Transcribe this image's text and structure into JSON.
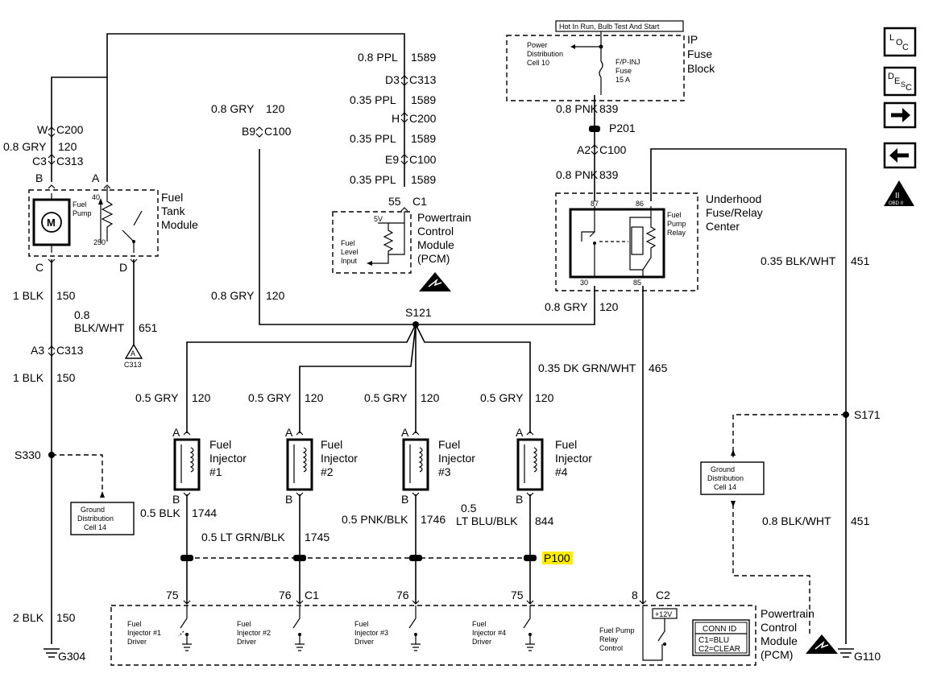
{
  "header": {
    "hot_label": "Hot In Run, Bulb Test And Start"
  },
  "fuse_block": {
    "title": [
      "IP",
      "Fuse",
      "Block"
    ],
    "power_dist": [
      "Power",
      "Distribution",
      "Cell 10"
    ],
    "fuse_name": "F/P-INJ",
    "fuse_word": "Fuse",
    "fuse_rating": "15 A"
  },
  "wires": {
    "top_ppl": "0.8 PPL",
    "ppl_num": "1589",
    "ppl_035": "0.35 PPL",
    "pnk": "0.8 PNK",
    "pnk_num": "839",
    "gry": "0.8 GRY",
    "gry_num": "120",
    "gry05": "0.5 GRY",
    "blk1": "1 BLK",
    "blk_num": "150",
    "blk2": "2 BLK",
    "blkwht_08_a": "0.8",
    "blkwht_08_b": "BLK/WHT",
    "blkwht_num651": "651",
    "blkwht_035": "0.35 BLK/WHT",
    "blkwht_08": "0.8 BLK/WHT",
    "blkwht_num451": "451",
    "dkgrn": "0.35 DK GRN/WHT",
    "dkgrn_num": "465",
    "blk05": "0.5 BLK",
    "blk05_num": "1744",
    "ltgrn": "0.5 LT GRN/BLK",
    "ltgrn_num": "1745",
    "pnkblk": "0.5 PNK/BLK",
    "pnkblk_num": "1746",
    "ltblu_a": "0.5",
    "ltblu_b": "LT BLU/BLK",
    "ltblu_num": "844"
  },
  "connectors": {
    "c313": "C313",
    "c200": "C200",
    "c100": "C100",
    "c1": "C1",
    "c2": "C2",
    "p201": "P201",
    "p100": "P100",
    "s121": "S121",
    "s330": "S330",
    "s171": "S171",
    "g304": "G304",
    "g110": "G110",
    "d3": "D3",
    "h": "H",
    "e9": "E9",
    "w": "W",
    "c3": "C3",
    "b9": "B9",
    "a2": "A2",
    "a3": "A3",
    "pin55": "55",
    "pin75": "75",
    "pin76": "76",
    "pin8": "8",
    "pA": "A",
    "pB": "B",
    "pC": "C",
    "pD": "D",
    "relay30": "30",
    "relay85": "85",
    "relay86": "86",
    "relay87": "87"
  },
  "fuel_tank": {
    "title": [
      "Fuel",
      "Tank",
      "Module"
    ],
    "pump": [
      "Fuel",
      "Pump"
    ],
    "motor": "M",
    "r40": "40",
    "r250": "250"
  },
  "pcm_top": {
    "title": [
      "Powertrain",
      "Control",
      "Module",
      "(PCM)"
    ],
    "v5": "5V",
    "level": [
      "Fuel",
      "Level",
      "Input"
    ]
  },
  "relay": {
    "title": [
      "Underhood",
      "Fuse/Relay",
      "Center"
    ],
    "name": [
      "Fuel",
      "Pump",
      "Relay"
    ]
  },
  "injectors": [
    {
      "name": [
        "Fuel",
        "Injector",
        "#1"
      ]
    },
    {
      "name": [
        "Fuel",
        "Injector",
        "#2"
      ]
    },
    {
      "name": [
        "Fuel",
        "Injector",
        "#3"
      ]
    },
    {
      "name": [
        "Fuel",
        "Injector",
        "#4"
      ]
    }
  ],
  "pcm_bottom": {
    "title": [
      "Powertrain",
      "Control",
      "Module",
      "(PCM)"
    ],
    "drivers": [
      [
        "Fuel",
        "Injector #1",
        "Driver"
      ],
      [
        "Fuel",
        "Injector #2",
        "Driver"
      ],
      [
        "Fuel",
        "Injector #3",
        "Driver"
      ],
      [
        "Fuel",
        "Injector #4",
        "Driver"
      ]
    ],
    "relay_ctrl": [
      "Fuel Pump",
      "Relay",
      "Control"
    ],
    "v12": "+12V",
    "conn_id": "CONN ID",
    "c1_blu": "C1=BLU",
    "c2_clear": "C2=CLEAR"
  },
  "ground_dist": [
    "Ground",
    "Distribution",
    "Cell 14"
  ],
  "side_icons": {
    "loc": [
      "L",
      "O",
      "C"
    ],
    "desc": [
      "D",
      "E",
      "S",
      "C"
    ],
    "obd": [
      "II",
      "OBD II"
    ]
  }
}
